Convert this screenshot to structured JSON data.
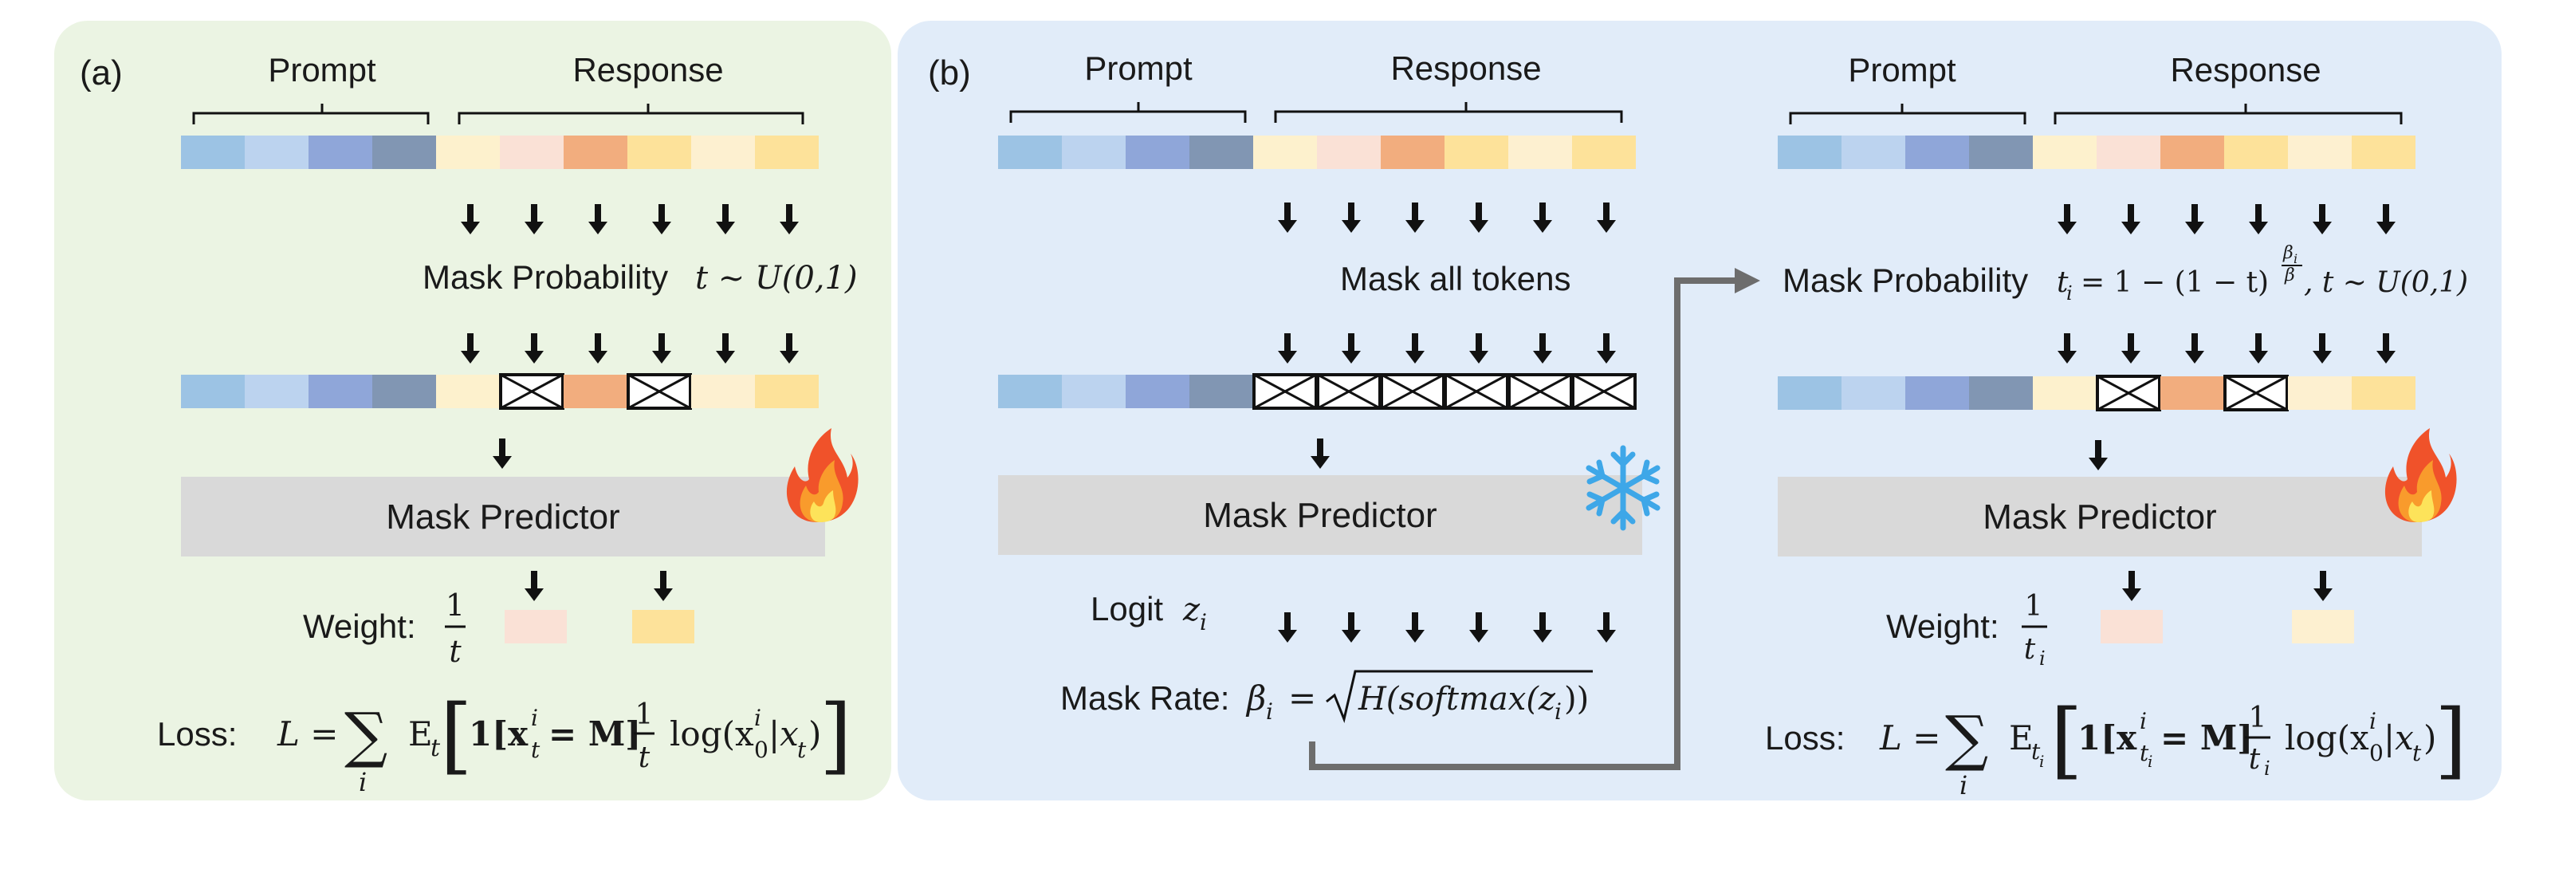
{
  "colors": {
    "panel_a_bg": "#ebf4e3",
    "panel_b_bg": "#e1ecf9",
    "predictor_box": "#d9d9d9",
    "arrow": "#111111",
    "connector": "#6d6d6d",
    "prompt_tokens": [
      "#9cc3e4",
      "#bcd3ef",
      "#8fa6d9",
      "#8196b3"
    ],
    "response_tokens": [
      "#fdf1cd",
      "#fae1d6",
      "#f2ad7e",
      "#fde29a",
      "#fdf0d0",
      "#fde29a"
    ],
    "weight_a_1": "#fae1d6",
    "weight_a_2": "#fde29a",
    "weight_b_1": "#fae1d6",
    "weight_b_2": "#fdf0d0"
  },
  "icons": {
    "fire": "fire-icon",
    "snowflake": "snowflake-icon",
    "mask": "mask-token-icon"
  },
  "panel_a": {
    "label": "(a)",
    "prompt": "Prompt",
    "response": "Response",
    "mask_prob_text": "Mask Probability",
    "mask_prob_formula": "t ~ U(0,1)",
    "predictor": "Mask Predictor",
    "weight_label": "Weight:",
    "weight_num": "1",
    "weight_den": "t",
    "loss_label": "Loss:",
    "loss_lhs": "L =",
    "loss_sum_sub": "i",
    "loss_expect": "E",
    "loss_expect_sub": "t",
    "loss_indicator": "1[x",
    "loss_indicator_sub": "t",
    "loss_indicator_sup": "i",
    "loss_indicator_rhs": "= M]",
    "loss_frac_num": "1",
    "loss_frac_den": "t",
    "loss_log": "log(x",
    "loss_log_sub": "0",
    "loss_log_sup": "i",
    "loss_log_rhs": "|x",
    "loss_log_rhs_sub": "t",
    "loss_log_close": ")"
  },
  "panel_b_left": {
    "label": "(b)",
    "prompt": "Prompt",
    "response": "Response",
    "mask_all": "Mask all tokens",
    "predictor": "Mask Predictor",
    "logit_label": "Logit",
    "logit_var": "z",
    "logit_sub": "i",
    "mask_rate_label": "Mask Rate:",
    "beta": "β",
    "beta_sub": "i",
    "eq": "=",
    "sqrt_content": "H(softmax(z",
    "sqrt_content_sub": "i",
    "sqrt_close": "))"
  },
  "panel_b_right": {
    "prompt": "Prompt",
    "response": "Response",
    "mask_prob_text": "Mask Probability",
    "formula_lhs": "t",
    "formula_lhs_sub": "i",
    "formula_mid": "= 1 − (1 − t)",
    "exp_num": "β",
    "exp_num_sub": "i",
    "exp_den": "β",
    "formula_tail": ", t ~ U(0,1)",
    "predictor": "Mask Predictor",
    "weight_label": "Weight:",
    "weight_num": "1",
    "weight_den": "t",
    "weight_den_sub": "i",
    "loss_label": "Loss:",
    "loss_lhs": "L =",
    "loss_sum_sub": "i",
    "loss_expect": "E",
    "loss_expect_sub": "t",
    "loss_expect_subsub": "i",
    "loss_indicator": "1[x",
    "loss_indicator_sub": "t",
    "loss_indicator_subsub": "i",
    "loss_indicator_sup": "i",
    "loss_indicator_rhs": "= M]",
    "loss_frac_num": "1",
    "loss_frac_den": "t",
    "loss_frac_den_sub": "i",
    "loss_log": "log(x",
    "loss_log_sub": "0",
    "loss_log_sup": "i",
    "loss_log_rhs": "|x",
    "loss_log_rhs_sub": "t",
    "loss_log_close": ")"
  }
}
